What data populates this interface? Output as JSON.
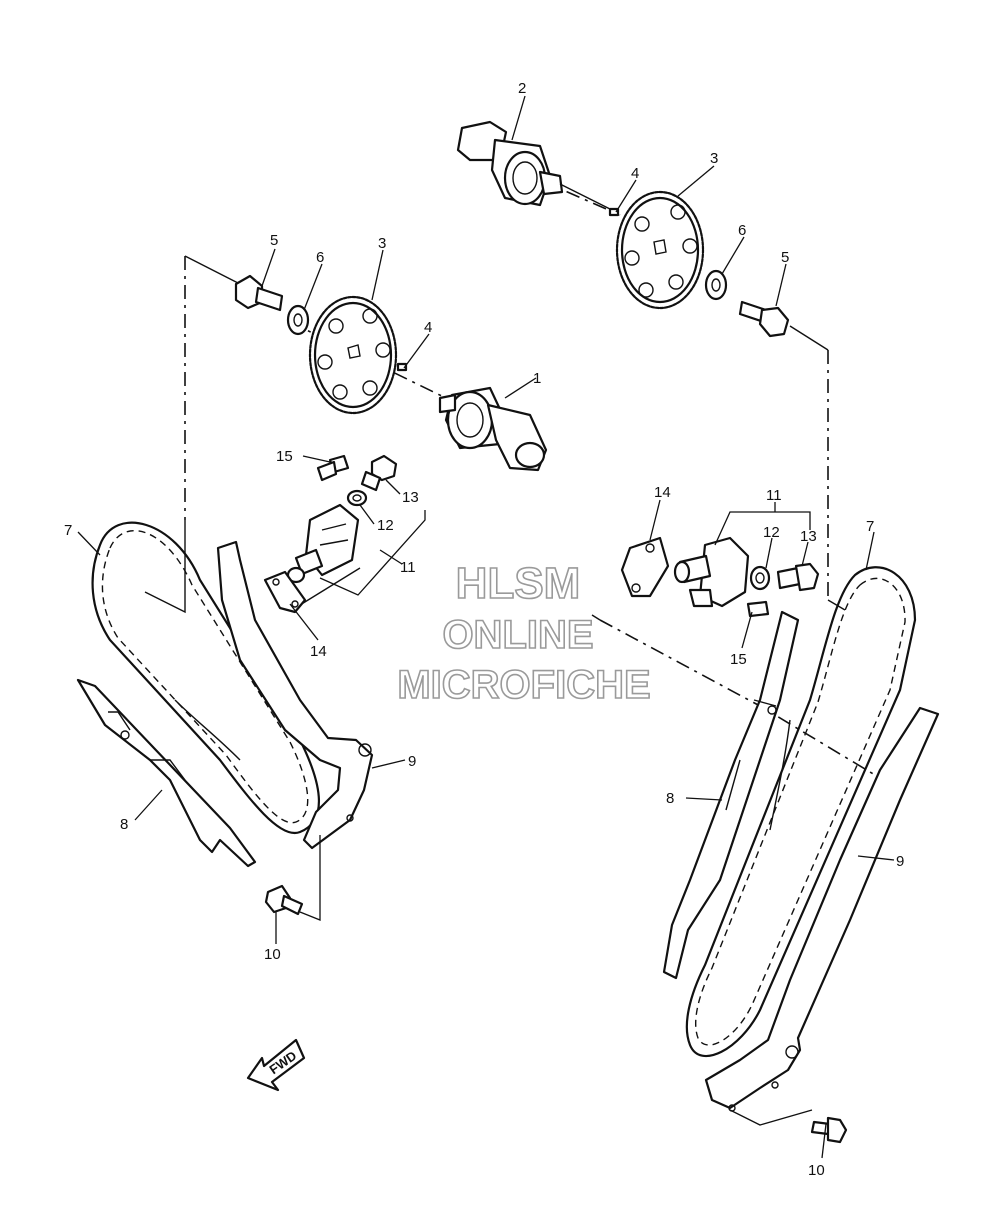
{
  "callouts": [
    {
      "id": "c2a",
      "number": "2"
    },
    {
      "id": "c4a",
      "number": "4"
    },
    {
      "id": "c3a",
      "number": "3"
    },
    {
      "id": "c6a",
      "number": "6"
    },
    {
      "id": "c5a",
      "number": "5"
    },
    {
      "id": "c5b",
      "number": "5"
    },
    {
      "id": "c6b",
      "number": "6"
    },
    {
      "id": "c3b",
      "number": "3"
    },
    {
      "id": "c4b",
      "number": "4"
    },
    {
      "id": "c1",
      "number": "1"
    },
    {
      "id": "c15a",
      "number": "15"
    },
    {
      "id": "c13a",
      "number": "13"
    },
    {
      "id": "c12a",
      "number": "12"
    },
    {
      "id": "c11a",
      "number": "11"
    },
    {
      "id": "c14a",
      "number": "14"
    },
    {
      "id": "c7a",
      "number": "7"
    },
    {
      "id": "c9a",
      "number": "9"
    },
    {
      "id": "c8a",
      "number": "8"
    },
    {
      "id": "c10a",
      "number": "10"
    },
    {
      "id": "c14b",
      "number": "14"
    },
    {
      "id": "c11b",
      "number": "11"
    },
    {
      "id": "c12b",
      "number": "12"
    },
    {
      "id": "c13b",
      "number": "13"
    },
    {
      "id": "c15b",
      "number": "15"
    },
    {
      "id": "c7b",
      "number": "7"
    },
    {
      "id": "c8b",
      "number": "8"
    },
    {
      "id": "c9b",
      "number": "9"
    },
    {
      "id": "c10b",
      "number": "10"
    }
  ],
  "watermark": {
    "line1": "HLSM",
    "line2": "ONLINE",
    "line3": "MICROFICHE"
  },
  "direction_arrow": {
    "label": "FWD",
    "icon": "fwd-arrow-icon"
  },
  "colors": {
    "line": "#111111",
    "background": "#ffffff",
    "watermark_outline": "#9a9a9a"
  }
}
